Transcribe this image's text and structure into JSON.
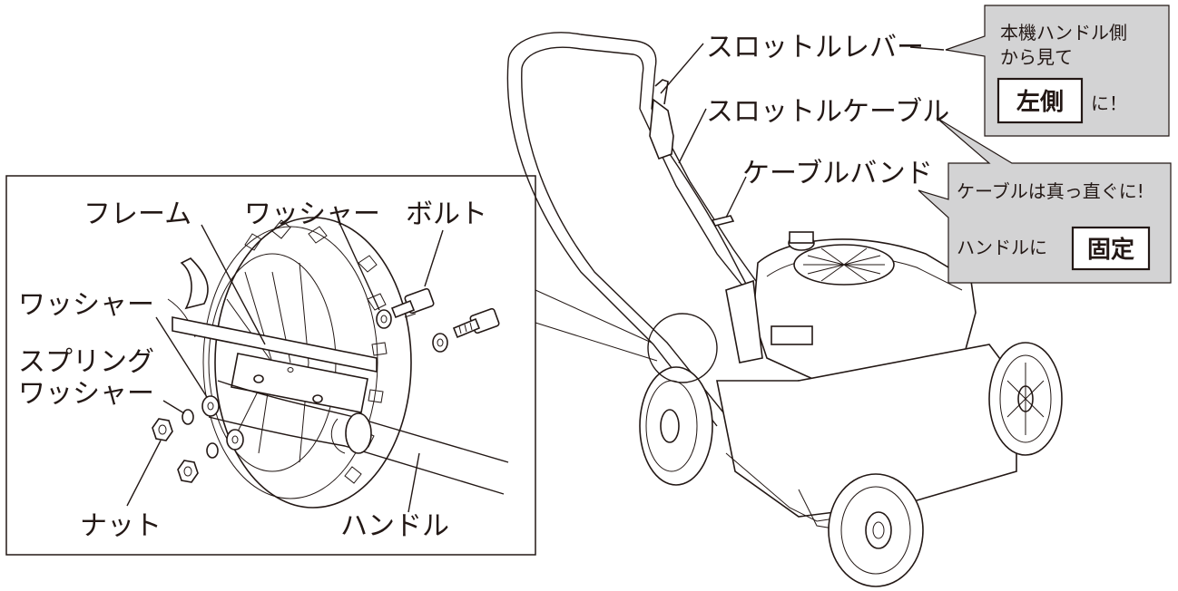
{
  "inset_labels": {
    "frame": "フレーム",
    "washer_top": "ワッシャー",
    "bolt": "ボルト",
    "washer_left": "ワッシャー",
    "spring_washer_1": "スプリング",
    "spring_washer_2": "ワッシャー",
    "nut": "ナット",
    "handle": "ハンドル"
  },
  "main_labels": {
    "throttle_lever": "スロットルレバー",
    "throttle_cable": "スロットルケーブル",
    "cable_band": "ケーブルバンド"
  },
  "callout_top": {
    "line1": "本機ハンドル側",
    "line2": "から見て",
    "boxed": "左側",
    "suffix": "に！"
  },
  "callout_mid": {
    "line1": "ケーブルは真っ直ぐに!",
    "prefix": "ハンドルに",
    "boxed": "固定"
  },
  "colors": {
    "callout_bg": "#d3d3d4",
    "line": "#231815",
    "background": "#ffffff"
  }
}
